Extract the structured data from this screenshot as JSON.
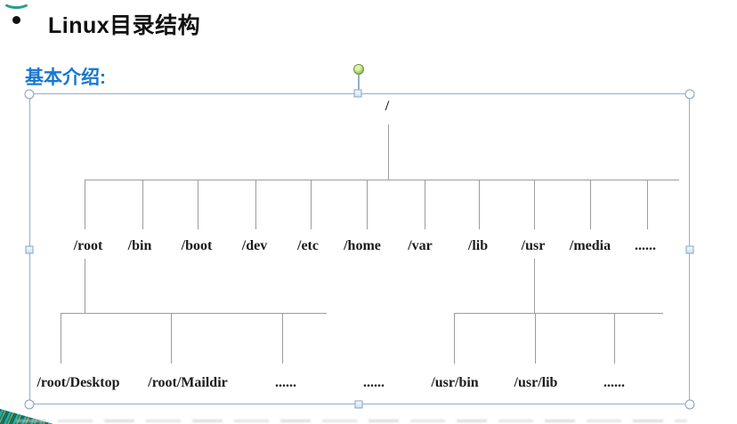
{
  "slide": {
    "title": "Linux目录结构",
    "section_label": "基本介绍:"
  },
  "tree": {
    "root": "/",
    "level1": [
      "/root",
      "/bin",
      "/boot",
      "/dev",
      "/etc",
      "/home",
      "/var",
      "/lib",
      "/usr",
      "/media",
      "......"
    ],
    "level2": {
      "root_children": [
        "/root/Desktop",
        "/root/Maildir",
        "......"
      ],
      "orphan_ellipsis": "......",
      "usr_children": [
        "/usr/bin",
        "/usr/lib",
        "......"
      ]
    }
  },
  "colors": {
    "section_label_blue": "#1878cf",
    "title_black": "#111111",
    "tree_line_gray": "#9c9c9c",
    "selection_border_blue": "#8fb0d3",
    "rotation_handle_green": "#8cc63f",
    "corner_decor_teal": "#2a9d8f"
  }
}
